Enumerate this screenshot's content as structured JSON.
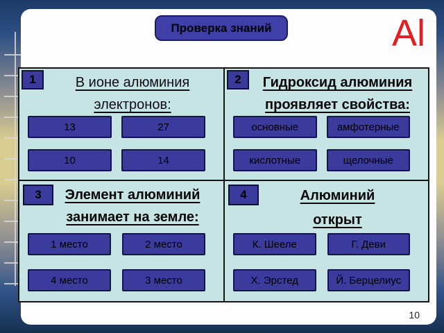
{
  "slide": {
    "header_button": "Проверка знаний",
    "element_symbol": "Al",
    "page_number": "10"
  },
  "quiz": {
    "questions": [
      {
        "number": "1",
        "title": [
          "В ионе алюминия",
          "электронов:"
        ],
        "answers": [
          "13",
          "27",
          "10",
          "14"
        ]
      },
      {
        "number": "2",
        "title": [
          "Гидроксид алюминия",
          "проявляет свойства:"
        ],
        "answers": [
          "основные",
          "амфотерные",
          "кислотные",
          "щелочные"
        ]
      },
      {
        "number": "3",
        "title": [
          "Элемент алюминий",
          "занимает на земле:"
        ],
        "answers": [
          "1 место",
          "2 место",
          "4 место",
          "3 место"
        ]
      },
      {
        "number": "4",
        "title": [
          "Алюминий",
          "открыт"
        ],
        "answers": [
          "К. Шееле",
          "Г. Деви",
          "Х. Эрстед",
          "Й. Берцелиус"
        ]
      }
    ]
  },
  "colors": {
    "accent_indigo": "#3b3b9d",
    "panel_cyan": "#c6e4e3",
    "element_red": "#e41e20",
    "background_blue": "#2b4d80",
    "background_sand": "#d9cc90"
  }
}
